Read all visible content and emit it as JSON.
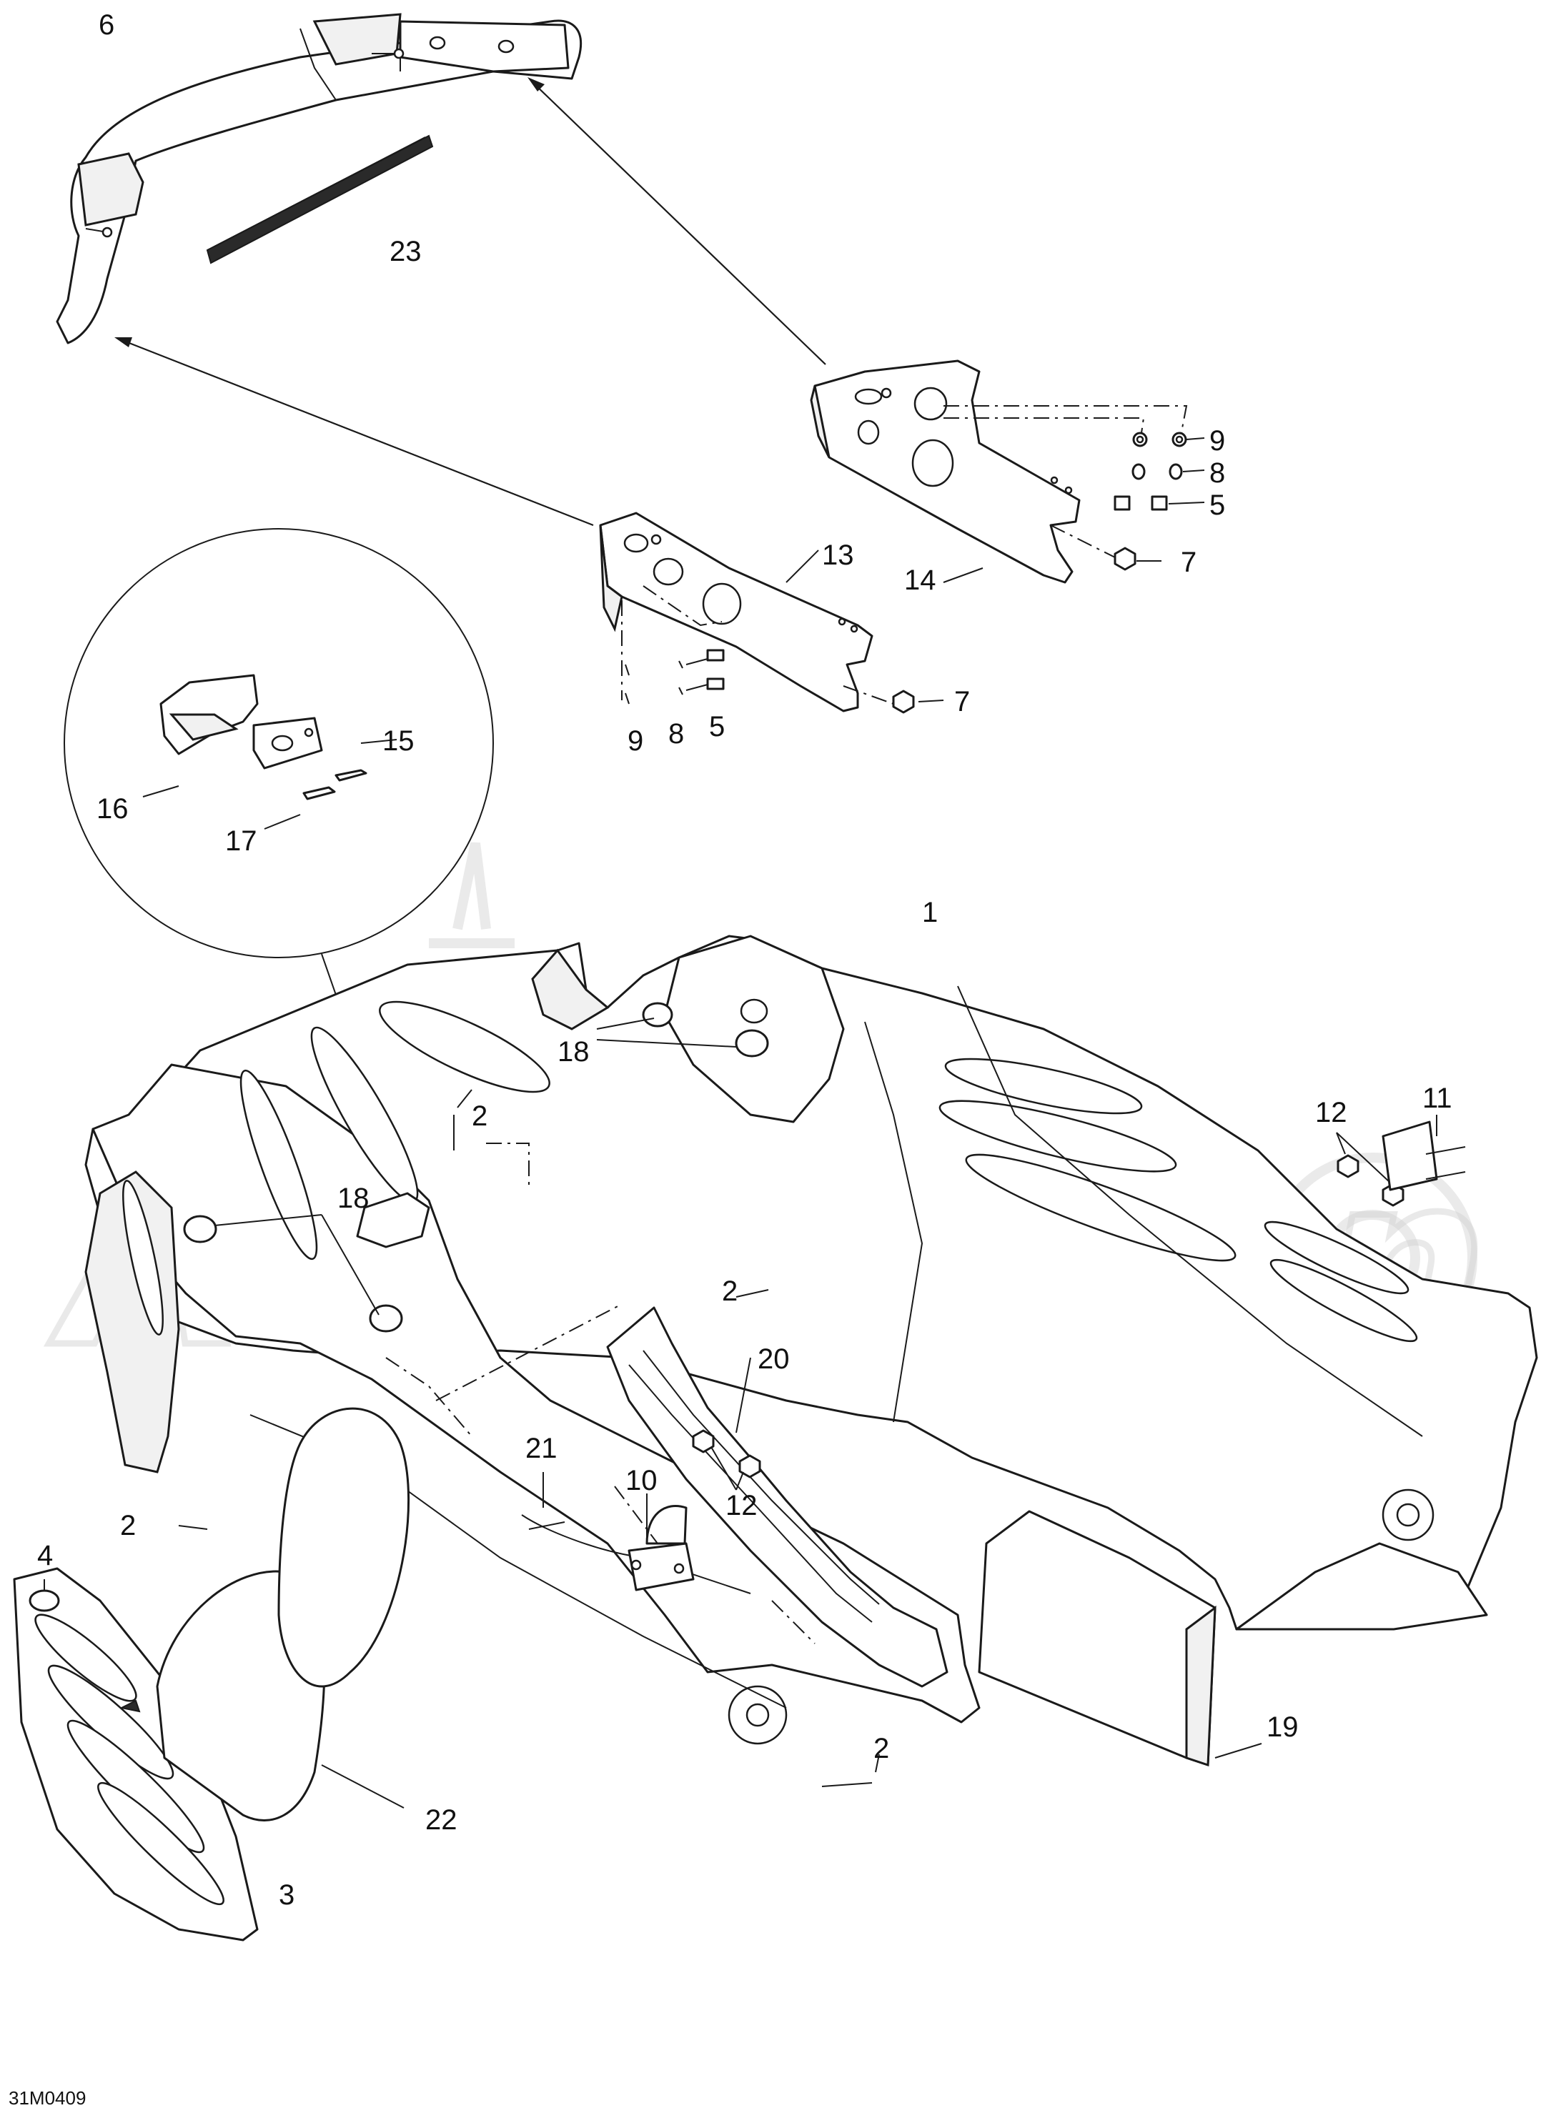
{
  "diagram": {
    "reference_code": "31M0409",
    "watermark_text": "ATVMotion",
    "callouts": [
      {
        "id": "c6",
        "label": "6"
      },
      {
        "id": "c23",
        "label": "23"
      },
      {
        "id": "c9a",
        "label": "9"
      },
      {
        "id": "c8a",
        "label": "8"
      },
      {
        "id": "c5a",
        "label": "5"
      },
      {
        "id": "c14",
        "label": "14"
      },
      {
        "id": "c7a",
        "label": "7"
      },
      {
        "id": "c13",
        "label": "13"
      },
      {
        "id": "c7b",
        "label": "7"
      },
      {
        "id": "c9b",
        "label": "9"
      },
      {
        "id": "c8b",
        "label": "8"
      },
      {
        "id": "c5b",
        "label": "5"
      },
      {
        "id": "c15",
        "label": "15"
      },
      {
        "id": "c16",
        "label": "16"
      },
      {
        "id": "c17",
        "label": "17"
      },
      {
        "id": "c1",
        "label": "1"
      },
      {
        "id": "c18a",
        "label": "18"
      },
      {
        "id": "c2a",
        "label": "2"
      },
      {
        "id": "c18b",
        "label": "18"
      },
      {
        "id": "c12a",
        "label": "12"
      },
      {
        "id": "c11",
        "label": "11"
      },
      {
        "id": "c2b",
        "label": "2"
      },
      {
        "id": "c20",
        "label": "20"
      },
      {
        "id": "c21",
        "label": "21"
      },
      {
        "id": "c2c",
        "label": "2"
      },
      {
        "id": "c4",
        "label": "4"
      },
      {
        "id": "c10",
        "label": "10"
      },
      {
        "id": "c12b",
        "label": "12"
      },
      {
        "id": "c2d",
        "label": "2"
      },
      {
        "id": "c19",
        "label": "19"
      },
      {
        "id": "c22",
        "label": "22"
      },
      {
        "id": "c3",
        "label": "3"
      }
    ]
  }
}
